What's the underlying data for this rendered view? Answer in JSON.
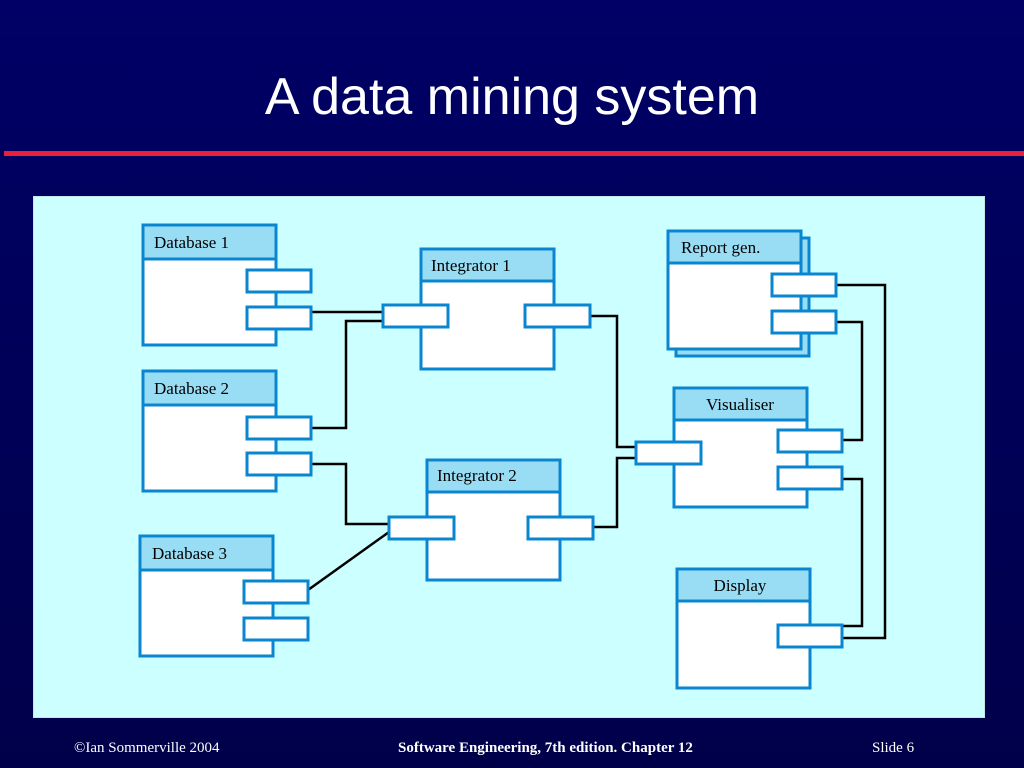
{
  "slide": {
    "title": "A data mining system",
    "footer": {
      "left": "©Ian Sommerville 2004",
      "center": "Software Engineering, 7th edition. Chapter 12",
      "right": "Slide  6"
    }
  },
  "diagram": {
    "components": {
      "db1": "Database 1",
      "db2": "Database 2",
      "db3": "Database 3",
      "int1": "Integrator 1",
      "int2": "Integrator 2",
      "report": "Report gen.",
      "vis": "Visualiser",
      "display": "Display"
    }
  },
  "colors": {
    "background": "#000066",
    "panel": "#ccffff",
    "component_border": "#0a86d0",
    "header_fill": "#99ddf5",
    "title_rule": "#e8203a"
  }
}
